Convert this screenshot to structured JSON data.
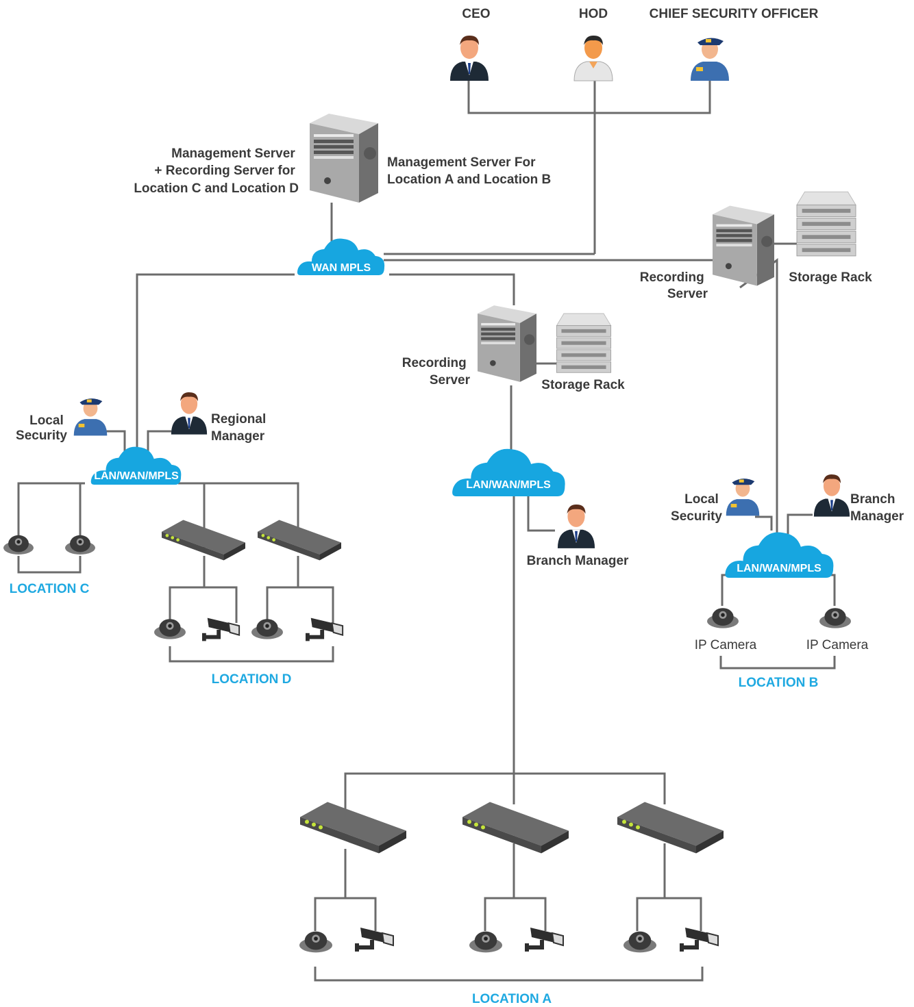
{
  "people": {
    "ceo": "CEO",
    "hod": "HOD",
    "cso": "CHIEF SECURITY OFFICER"
  },
  "servers": {
    "mgmt_cd": [
      "Management Server",
      "+ Recording Server for",
      "Location C and Location D"
    ],
    "mgmt_ab": [
      "Management Server For",
      "Location A and Location B"
    ],
    "rec_center": [
      "Recording",
      "Server"
    ],
    "rec_right": [
      "Recording",
      "Server"
    ],
    "storage_center": "Storage Rack",
    "storage_right": "Storage Rack"
  },
  "clouds": {
    "wan": "WAN MPLS",
    "lan_left": "LAN/WAN/MPLS",
    "lan_center": "LAN/WAN/MPLS",
    "lan_right": "LAN/WAN/MPLS"
  },
  "left_site": {
    "security": [
      "Local",
      "Security"
    ],
    "manager": [
      "Regional",
      "Manager"
    ]
  },
  "center_site": {
    "manager": "Branch Manager"
  },
  "right_site": {
    "security": [
      "Local",
      "Security"
    ],
    "manager": [
      "Branch",
      "Manager"
    ],
    "camera1": "IP Camera",
    "camera2": "IP Camera"
  },
  "locations": {
    "a": "LOCATION A",
    "b": "LOCATION B",
    "c": "LOCATION C",
    "d": "LOCATION D"
  },
  "colors": {
    "accent": "#1fa9e1",
    "wire": "#6b6b6b",
    "cloud": "#17a6e0",
    "label": "#3a3a3a"
  }
}
